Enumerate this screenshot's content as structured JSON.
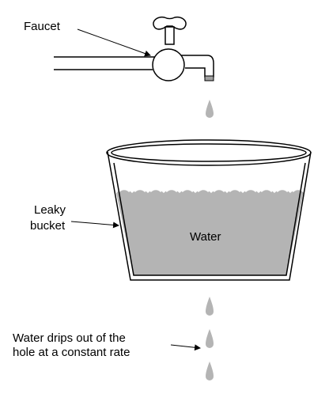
{
  "labels": {
    "faucet": "Faucet",
    "leaky_line1": "Leaky",
    "leaky_line2": "bucket",
    "water": "Water",
    "drips_line1": "Water drips out of the",
    "drips_line2": "hole at a constant rate"
  },
  "colors": {
    "water": "#b4b4b4",
    "drop": "#b4b4b4",
    "line": "#000000",
    "background": "#ffffff"
  }
}
